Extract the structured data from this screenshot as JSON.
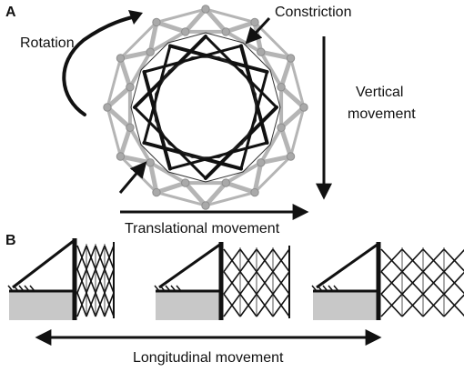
{
  "figure": {
    "panel_a": {
      "letter": "A",
      "labels": {
        "rotation": "Rotation",
        "constriction": "Constriction",
        "vertical_line1": "Vertical",
        "vertical_line2": "movement",
        "translational": "Translational movement"
      }
    },
    "panel_b": {
      "letter": "B",
      "labels": {
        "longitudinal": "Longitudinal movement"
      }
    },
    "colors": {
      "ink": "#111111",
      "outer_struts": "#b5b5b5",
      "joints": "#a9a9a9",
      "wall_fill": "#c8c8c8"
    }
  }
}
